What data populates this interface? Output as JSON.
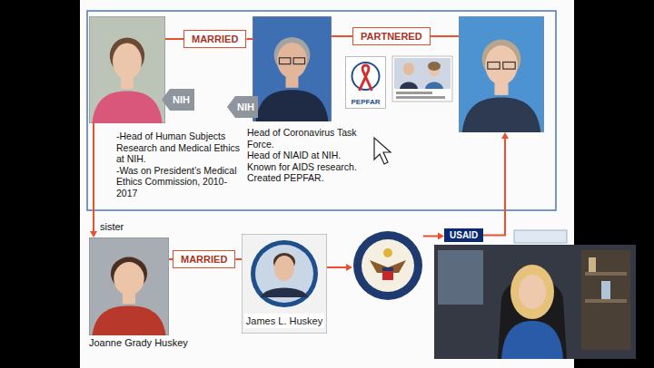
{
  "diagram": {
    "nodes": [
      {
        "text": [
          "-Head of Human Subjects Research and Medical Ethics at NIH.",
          "-Was on President’s Medical Ethics Commission, 2010-2017"
        ]
      },
      {
        "text": [
          "NIH"
        ]
      },
      {
        "text": [
          "MARRIED"
        ]
      },
      {
        "text": [
          "Head of Coronavirus Task Force.",
          "Head of NIAID at NIH.",
          "Known for AIDS research.",
          "Created PEPFAR."
        ]
      },
      {
        "text": [
          "NIH"
        ]
      },
      {
        "text": [
          "PARTNERED"
        ]
      },
      {
        "text": [
          "PEPFAR"
        ]
      },
      {
        "text": []
      },
      {
        "text": [
          "Joanne Grady Huskey"
        ]
      },
      {
        "text": [
          "MARRIED"
        ]
      },
      {
        "text": [
          "James L. Huskey"
        ]
      },
      {
        "text": []
      },
      {
        "text": [
          "USAID"
        ]
      }
    ],
    "edges": [
      {
        "from": 0,
        "to": 2,
        "arrow": "none"
      },
      {
        "from": 2,
        "to": 3,
        "arrow": "none"
      },
      {
        "from": 3,
        "to": 5,
        "arrow": "none"
      },
      {
        "from": 5,
        "to": 7,
        "arrow": "none"
      },
      {
        "from": 0,
        "to": 8,
        "label": "sister",
        "arrow": "to"
      },
      {
        "from": 8,
        "to": 9,
        "arrow": "none"
      },
      {
        "from": 9,
        "to": 10,
        "arrow": "none"
      },
      {
        "from": 10,
        "to": 11,
        "arrow": "to"
      },
      {
        "from": 11,
        "to": 12,
        "arrow": "to"
      },
      {
        "from": 12,
        "to": 7,
        "arrow": "to"
      }
    ]
  }
}
